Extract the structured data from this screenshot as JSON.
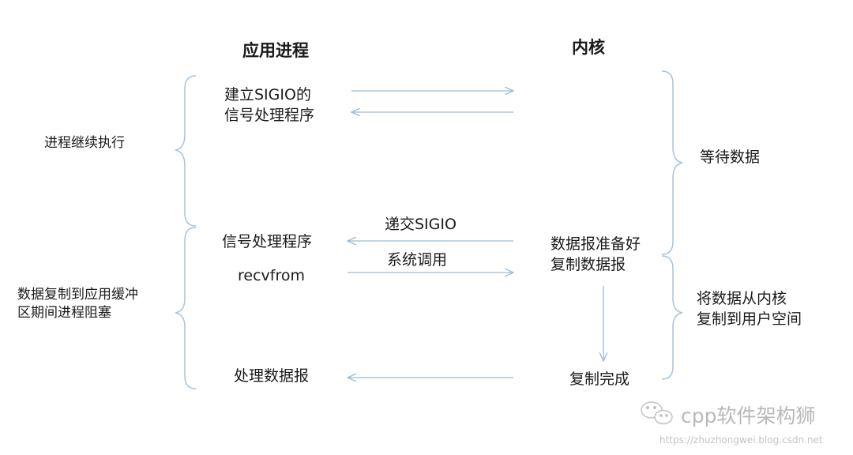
{
  "headers": {
    "app": "应用进程",
    "kernel": "内核"
  },
  "left_labels": {
    "continue": "进程继续执行",
    "blocked": "数据复制到应用缓冲\n区期间进程阻塞"
  },
  "app_steps": {
    "setup": "建立SIGIO的\n信号处理程序",
    "handler": "信号处理程序",
    "recvfrom": "recvfrom",
    "process": "处理数据报"
  },
  "arrow_labels": {
    "deliver": "递交SIGIO",
    "syscall": "系统调用"
  },
  "kernel_steps": {
    "ready": "数据报准备好\n复制数据报",
    "done": "复制完成"
  },
  "right_labels": {
    "wait": "等待数据",
    "copy": "将数据从内核\n复制到用户空间"
  },
  "watermark": {
    "brand": "cpp软件架构狮",
    "url": "https://zhuzhongwei.blog.csdn.net"
  },
  "colors": {
    "arrow": "#9bbad6",
    "brace": "#a8c3dc",
    "text": "#1a1a1a"
  }
}
